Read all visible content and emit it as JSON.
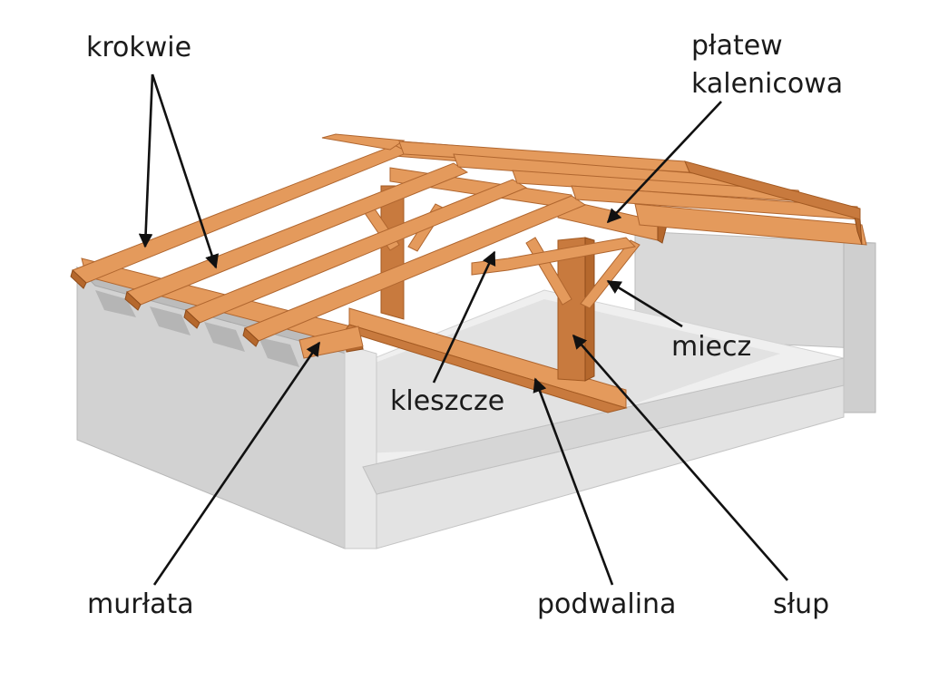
{
  "labels": {
    "krokwie": "krokwie",
    "platew_line1": "płatew",
    "platew_line2": "kalenicowa",
    "miecz": "miecz",
    "kleszcze": "kleszcze",
    "murlata": "murłata",
    "podwalina": "podwalina",
    "slup": "słup"
  },
  "colors": {
    "wood_light": "#e49a5c",
    "wood_mid": "#c87a3e",
    "wood_dark": "#b5682d",
    "wall_light": "#e6e6e6",
    "wall_mid": "#cfcfcf",
    "wall_shadow": "#b9b9b9",
    "text": "#1a1a1a"
  }
}
